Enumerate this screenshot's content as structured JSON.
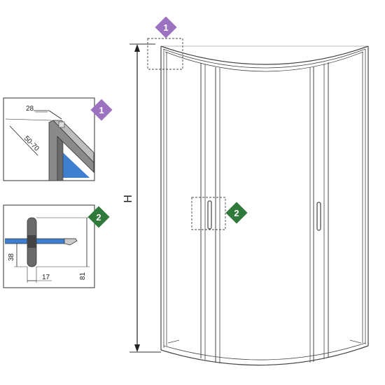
{
  "diagram": {
    "height_label": "H",
    "detail1": {
      "badge": "1",
      "dim_width": "28",
      "dim_range": "50-70"
    },
    "detail2": {
      "badge": "2",
      "dim_height": "38",
      "dim_width": "17",
      "dim_total": "81"
    },
    "colors": {
      "badge1": "#9b72bf",
      "badge2": "#2f7a3a",
      "glass": "#3f7fd0",
      "frame": "#555555"
    }
  }
}
